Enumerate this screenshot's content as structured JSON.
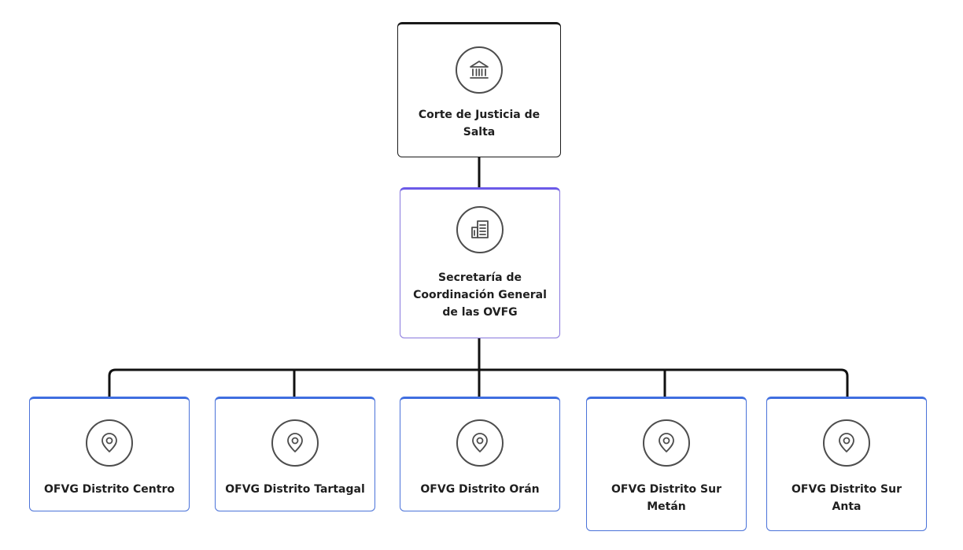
{
  "diagram": {
    "root": {
      "label": "Corte de Justicia de Salta",
      "icon": "courthouse-icon"
    },
    "secretariat": {
      "label": "Secretaría de Coordinación General de las OVFG",
      "icon": "office-building-icon"
    },
    "districts": [
      {
        "label": "OFVG Distrito Centro",
        "icon": "map-pin-icon"
      },
      {
        "label": "OFVG Distrito Tartagal",
        "icon": "map-pin-icon"
      },
      {
        "label": "OFVG Distrito Orán",
        "icon": "map-pin-icon"
      },
      {
        "label": "OFVG Distrito Sur Metán",
        "icon": "map-pin-icon"
      },
      {
        "label": "OFVG Distrito Sur Anta",
        "icon": "map-pin-icon"
      }
    ]
  },
  "colors": {
    "root_border": "#1a1a1a",
    "secretariat_accent": "#6b5ae8",
    "district_accent": "#3f6ee0",
    "connector": "#111111",
    "icon_stroke": "#4d4d4d"
  }
}
